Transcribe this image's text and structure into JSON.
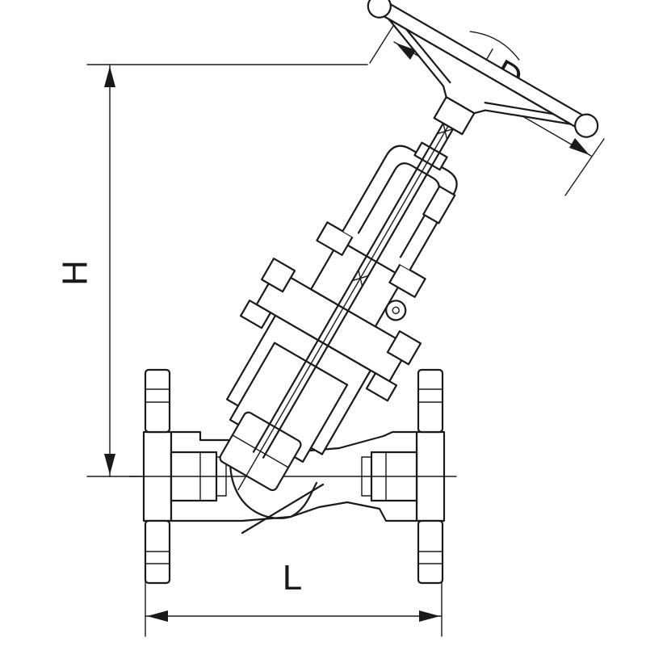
{
  "diagram": {
    "dimension_labels": {
      "height": "H",
      "length": "L",
      "diameter": "D"
    },
    "colors": {
      "line": "#1a1a1a",
      "background": "#ffffff"
    }
  }
}
